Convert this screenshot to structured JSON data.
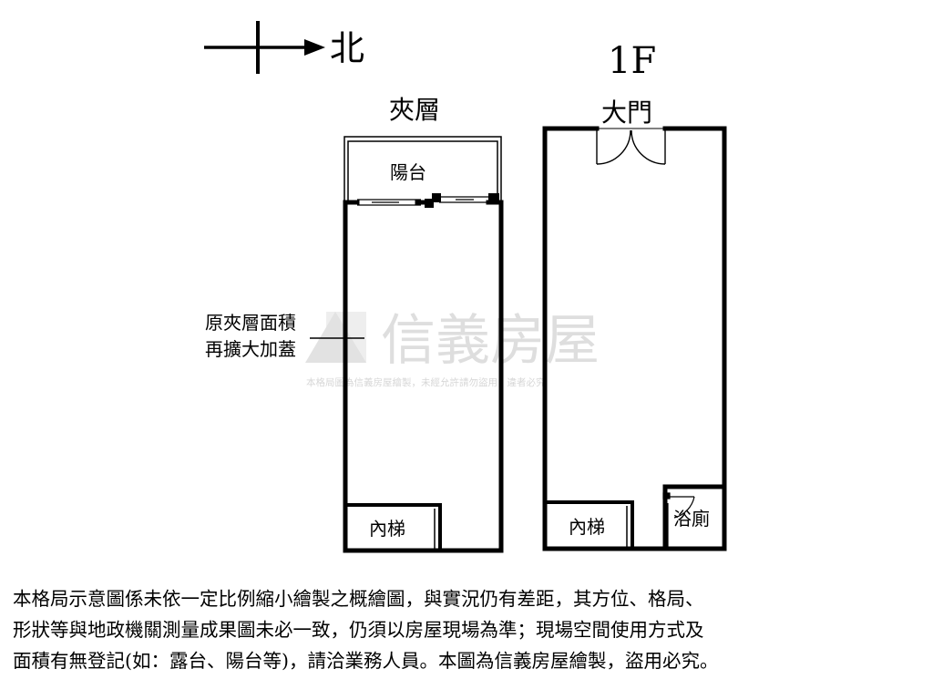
{
  "compass": {
    "north_label": "北"
  },
  "mezzanine": {
    "title": "夾層",
    "balcony_label": "陽台",
    "area_note_line1": "原夾層面積",
    "area_note_line2": "再擴大加蓋",
    "stairs_label": "內梯"
  },
  "first_floor": {
    "title": "1F",
    "door_label": "大門",
    "stairs_label": "內梯",
    "bathroom_label": "浴廁"
  },
  "watermark": {
    "brand": "信義房屋",
    "small_text": "本格局圖為信義房屋繪製，未經允許請勿盜用，違者必究"
  },
  "disclaimer": {
    "line1": "本格局示意圖係未依一定比例縮小繪製之概繪圖，與實況仍有差距，其方位、格局、",
    "line2": "形狀等與地政機關測量成果圖未必一致，仍須以房屋現場為準；現場空間使用方式及",
    "line3": "面積有無登記(如：露台、陽台等)，請洽業務人員。本圖為信義房屋繪製，盜用必究。"
  }
}
